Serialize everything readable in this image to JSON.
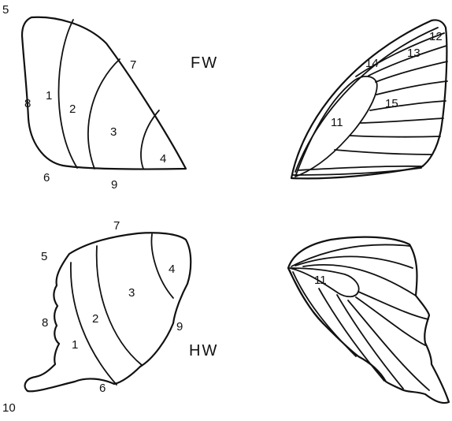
{
  "colors": {
    "ink": "#111111",
    "paper": "#ffffff"
  },
  "forewing": {
    "title": "FW",
    "region_labels": [
      "1",
      "2",
      "3",
      "4"
    ],
    "edge_labels": [
      "5",
      "6",
      "7",
      "8",
      "9"
    ],
    "vein_labels": [
      "11",
      "12",
      "13",
      "14",
      "15"
    ]
  },
  "hindwing": {
    "title": "HW",
    "region_labels": [
      "1",
      "2",
      "3",
      "4"
    ],
    "edge_labels": [
      "5",
      "6",
      "7",
      "8",
      "9",
      "10"
    ],
    "vein_labels": [
      "11"
    ]
  }
}
